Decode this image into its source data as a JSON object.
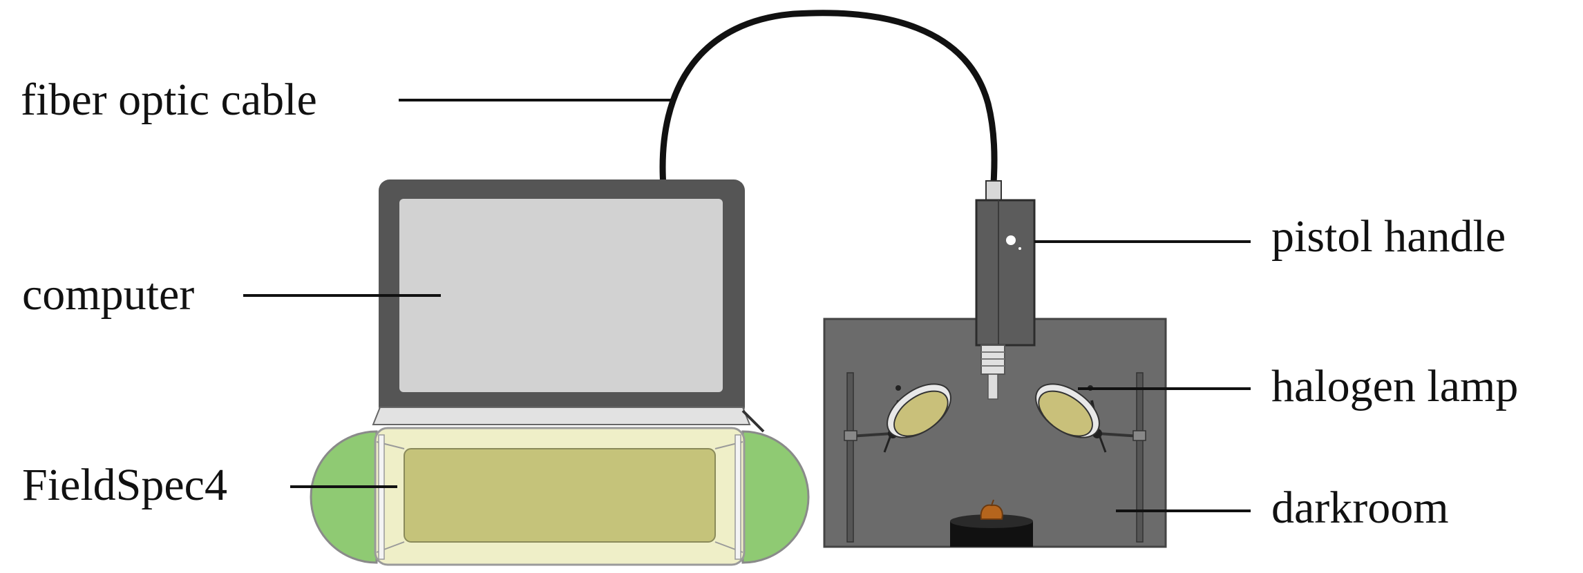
{
  "diagram": {
    "labels": {
      "fiber_optic_cable": "fiber optic cable",
      "computer": "computer",
      "fieldspec": "FieldSpec4",
      "pistol_handle": "pistol handle",
      "halogen_lamp": "halogen lamp",
      "darkroom": "darkroom"
    },
    "colors": {
      "laptop_frame": "#555555",
      "screen": "#d2d2d2",
      "darkroom": "#6b6b6b",
      "fieldspec_body": "#c5c37a",
      "fieldspec_caps": "#8fca73",
      "cable": "#111111",
      "lamp_reflector": "#c9c07a"
    }
  }
}
